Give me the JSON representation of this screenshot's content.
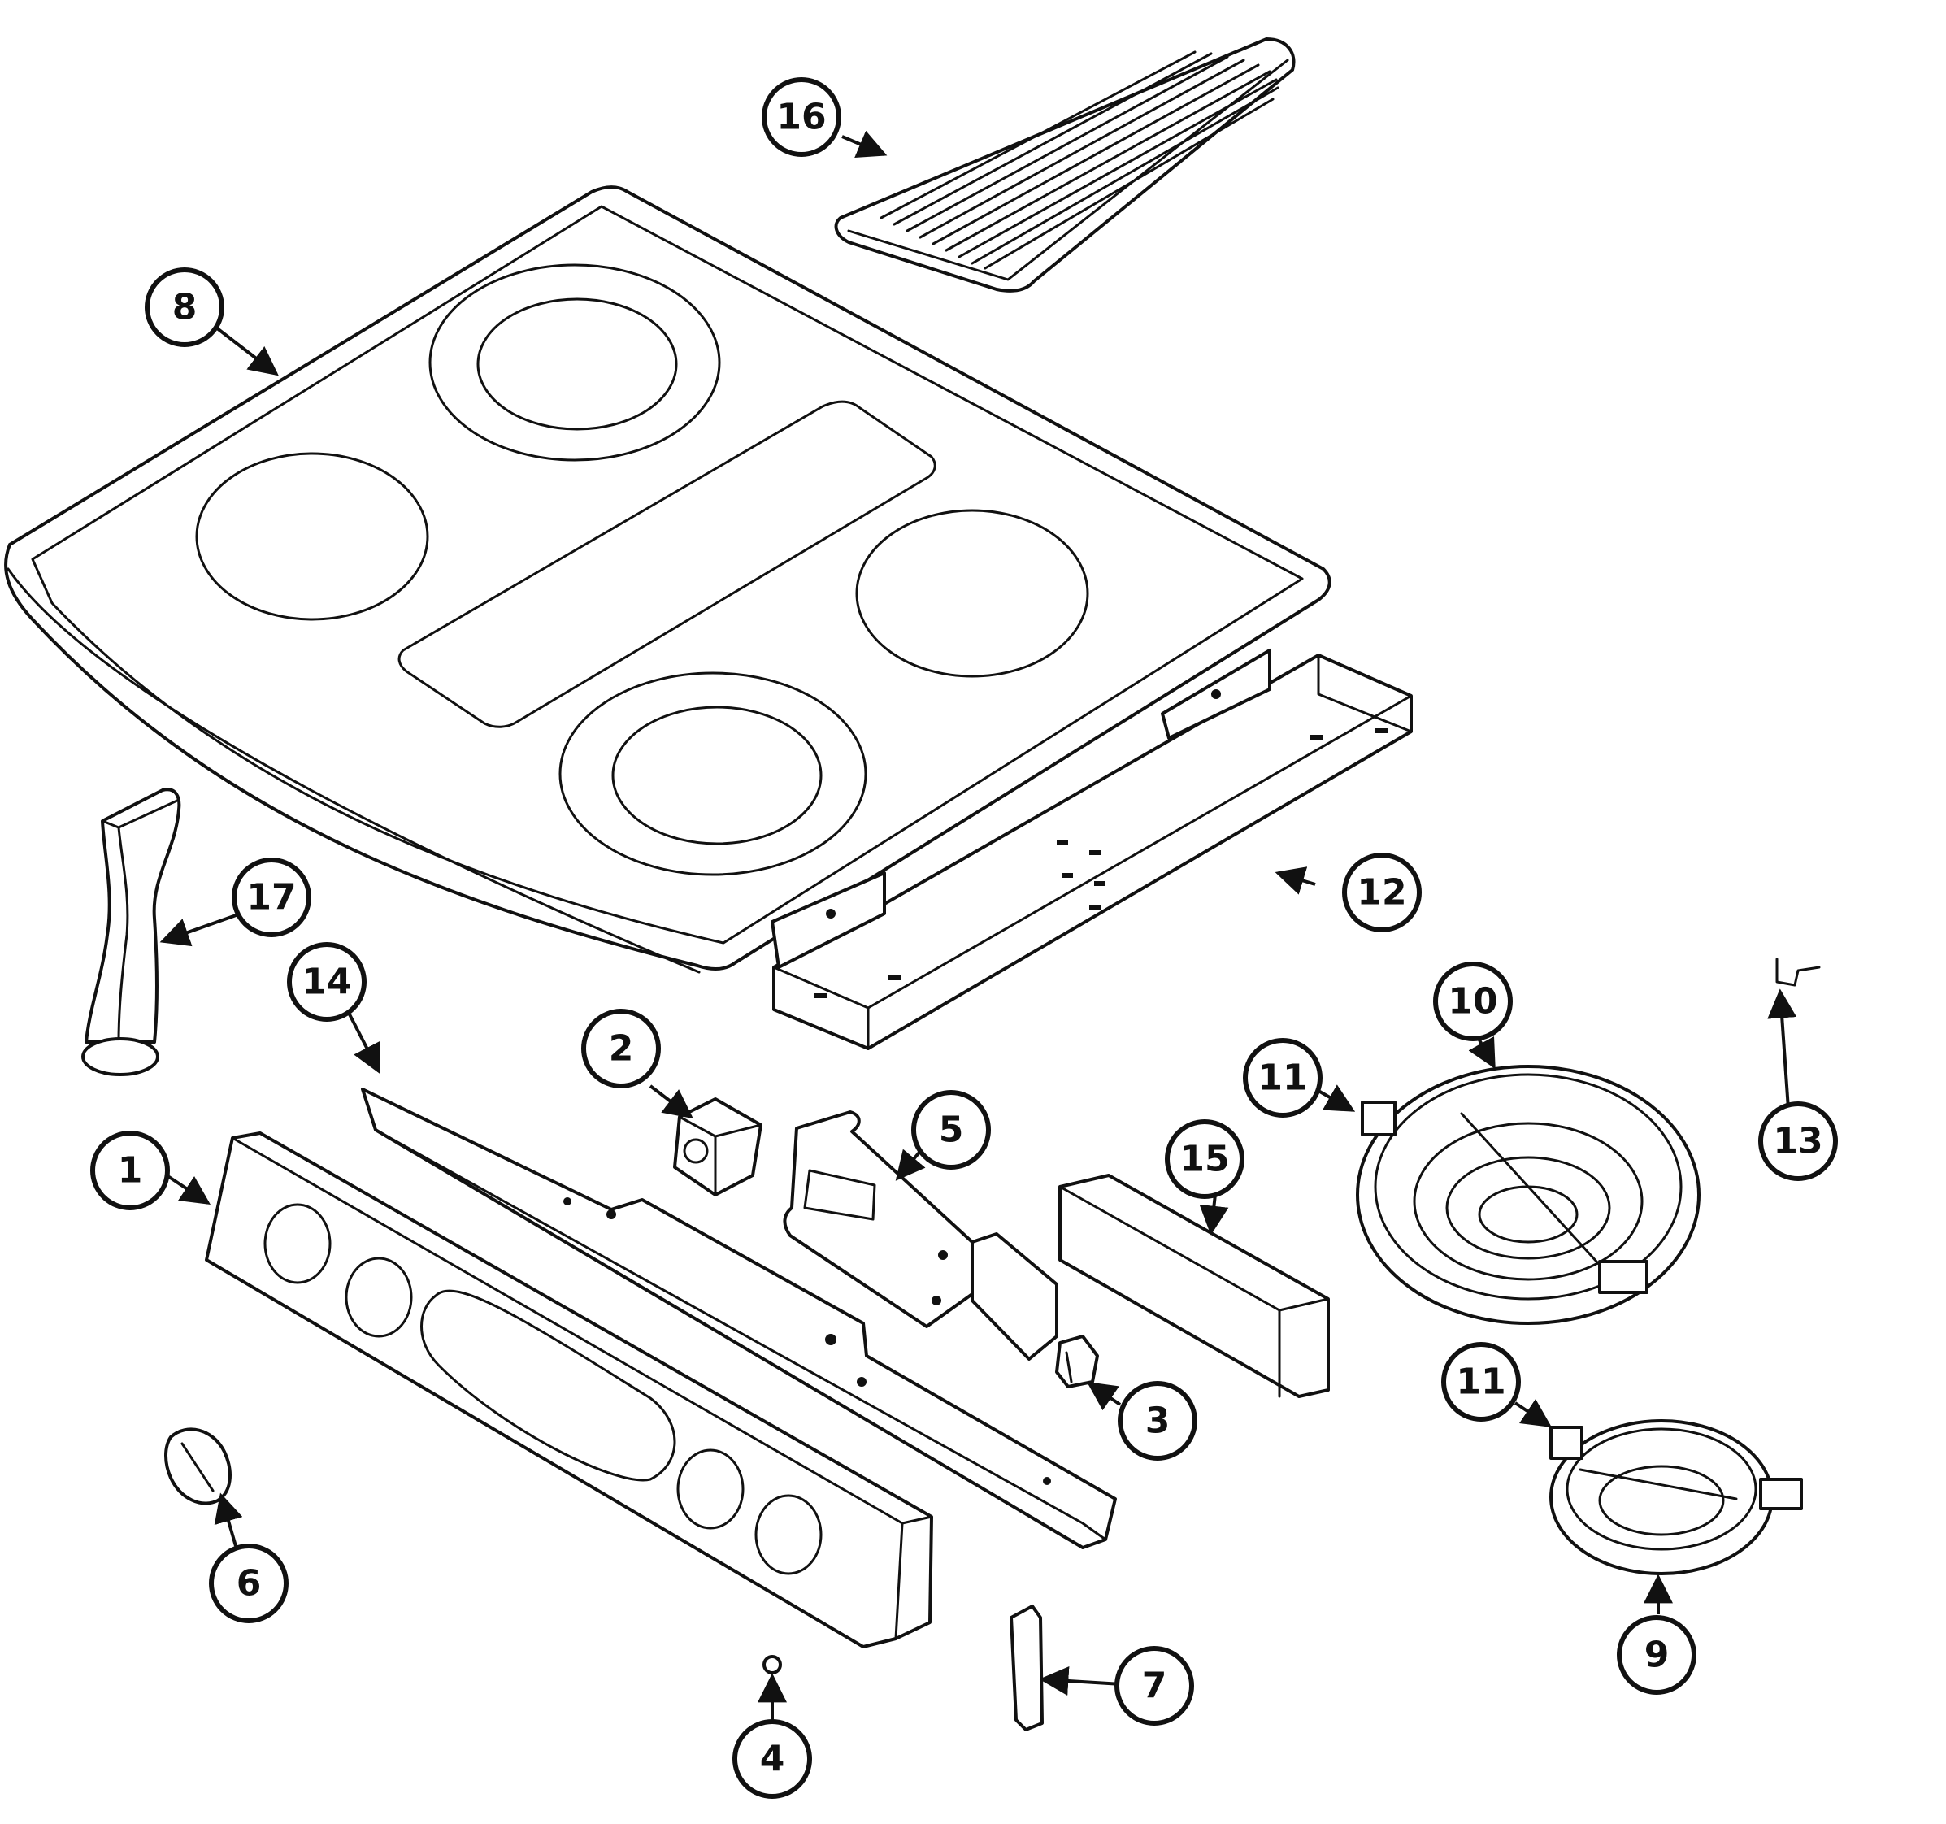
{
  "colors": {
    "line": "#111111",
    "background": "#ffffff"
  },
  "callouts": [
    "1",
    "2",
    "3",
    "4",
    "5",
    "6",
    "7",
    "8",
    "9",
    "10",
    "11",
    "11",
    "12",
    "13",
    "14",
    "15",
    "16",
    "17"
  ]
}
